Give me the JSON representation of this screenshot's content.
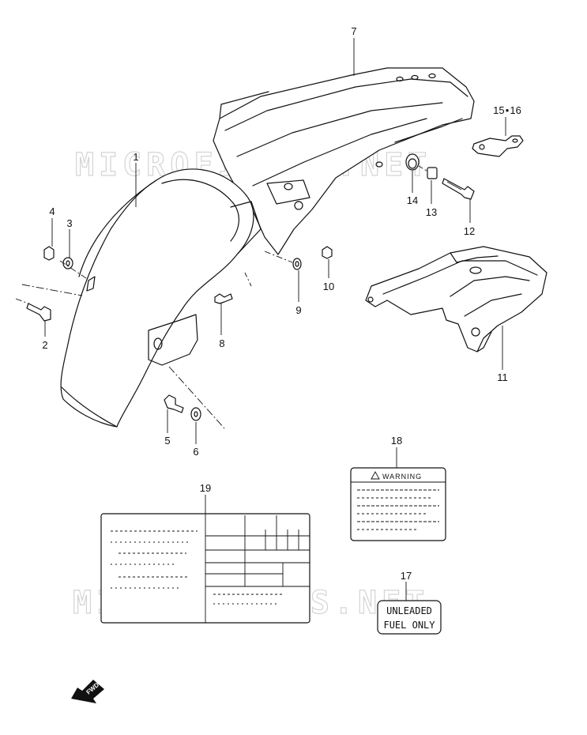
{
  "watermark": "MICROFICHES.NET",
  "parts": [
    {
      "id": "p1",
      "label": "1"
    },
    {
      "id": "p2",
      "label": "2"
    },
    {
      "id": "p3",
      "label": "3"
    },
    {
      "id": "p4",
      "label": "4"
    },
    {
      "id": "p5",
      "label": "5"
    },
    {
      "id": "p6",
      "label": "6"
    },
    {
      "id": "p7",
      "label": "7"
    },
    {
      "id": "p8",
      "label": "8"
    },
    {
      "id": "p9",
      "label": "9"
    },
    {
      "id": "p10",
      "label": "10"
    },
    {
      "id": "p11",
      "label": "11"
    },
    {
      "id": "p12",
      "label": "12"
    },
    {
      "id": "p13",
      "label": "13"
    },
    {
      "id": "p14",
      "label": "14"
    },
    {
      "id": "p1516",
      "label": "15 • 16"
    },
    {
      "id": "p17",
      "label": "17"
    },
    {
      "id": "p18",
      "label": "18"
    },
    {
      "id": "p19",
      "label": "19"
    }
  ],
  "warning_label": {
    "title": "WARNING"
  },
  "fuel_label": {
    "line1": "UNLEADED",
    "line2": "FUEL ONLY"
  },
  "fwd_arrow": {
    "text": "FWD"
  }
}
